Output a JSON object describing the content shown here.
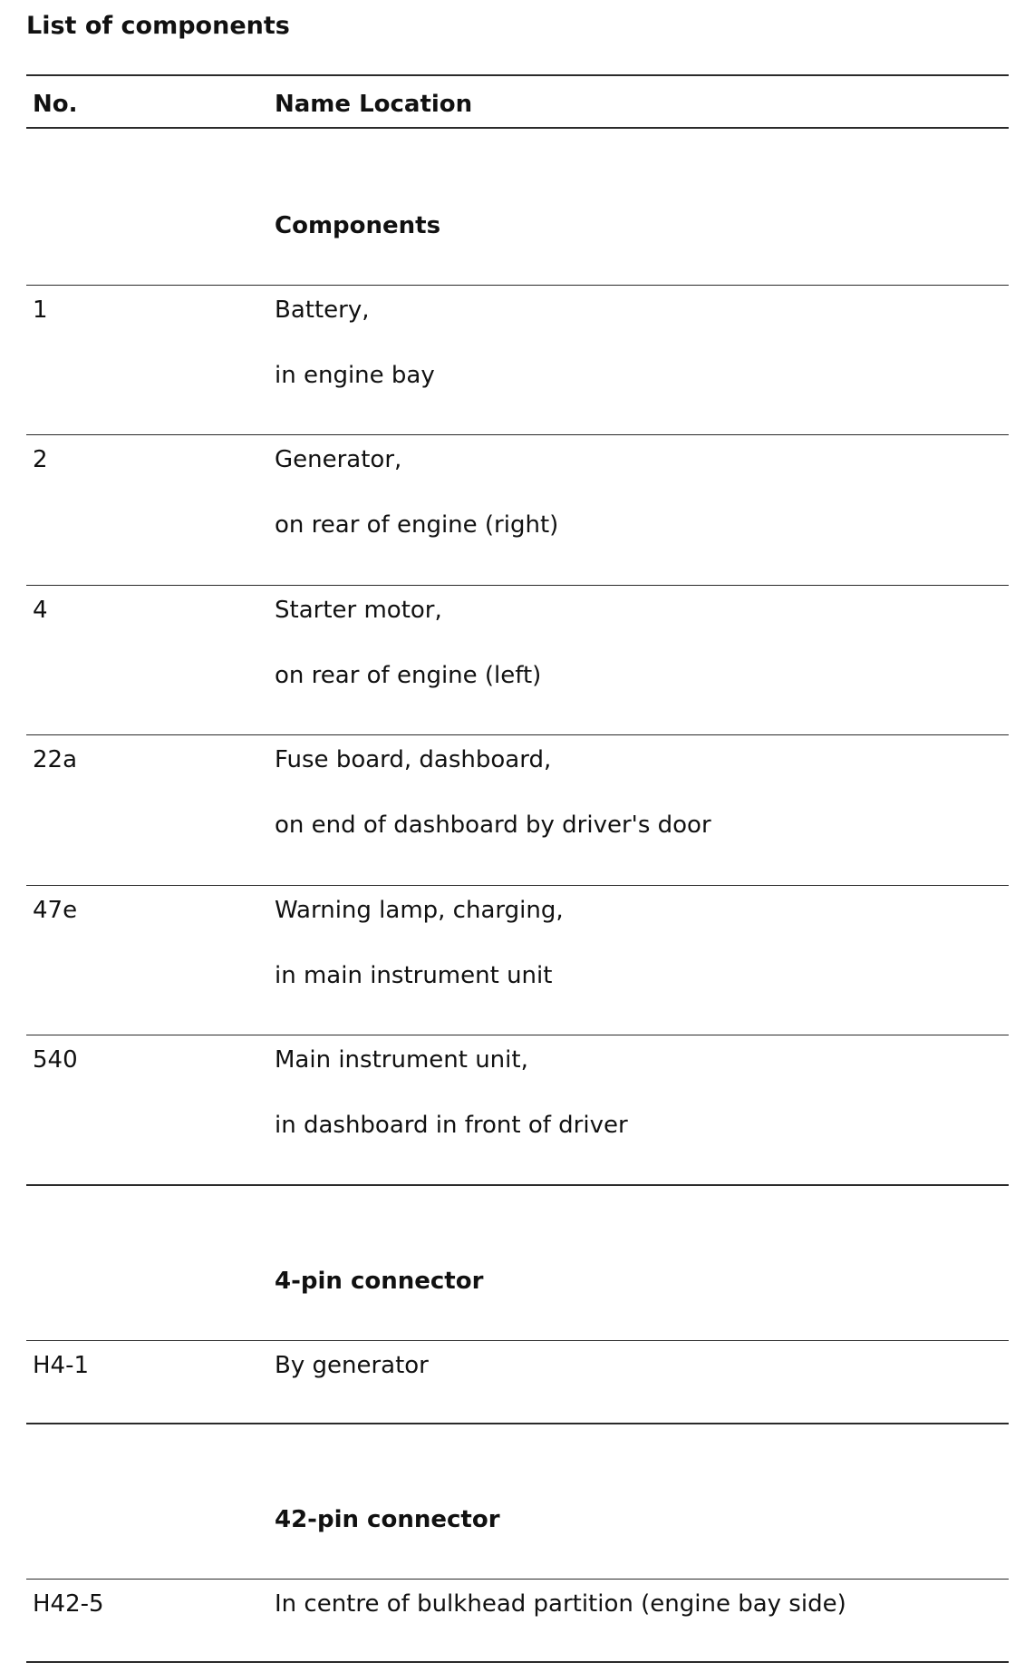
{
  "document": {
    "title": "List of components",
    "headers": {
      "number": "No.",
      "name_location": "Name Location"
    },
    "sections": [
      {
        "heading": "Components",
        "rows": [
          {
            "no": "1",
            "name": "Battery,",
            "location": "in engine bay"
          },
          {
            "no": "2",
            "name": "Generator,",
            "location": "on rear of engine (right)"
          },
          {
            "no": "4",
            "name": "Starter motor,",
            "location": "on rear of engine (left)"
          },
          {
            "no": "22a",
            "name": "Fuse board, dashboard,",
            "location": "on end of dashboard by driver's door"
          },
          {
            "no": "47e",
            "name": "Warning lamp, charging,",
            "location": "in main instrument unit"
          },
          {
            "no": "540",
            "name": "Main instrument unit,",
            "location": "in dashboard in front of driver"
          }
        ]
      },
      {
        "heading": "4-pin connector",
        "rows": [
          {
            "no": "H4-1",
            "name": "By generator"
          }
        ]
      },
      {
        "heading": "42-pin connector",
        "rows": [
          {
            "no": "H42-5",
            "name": "In centre of bulkhead partition (engine bay side)"
          }
        ]
      }
    ]
  }
}
